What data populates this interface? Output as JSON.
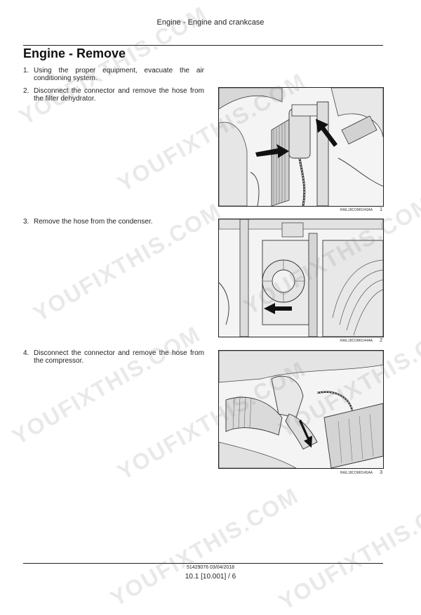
{
  "header": {
    "title": "Engine - Engine and crankcase"
  },
  "section": {
    "title": "Engine - Remove"
  },
  "steps": [
    {
      "num": "1.",
      "text": "Using the proper equipment, evacuate the air conditioning system."
    },
    {
      "num": "2.",
      "text": "Disconnect the connector and remove the hose from the filter dehydrator."
    },
    {
      "num": "3.",
      "text": "Remove the hose from the condenser."
    },
    {
      "num": "4.",
      "text": "Disconnect the connector and remove the hose from the compressor."
    }
  ],
  "figures": [
    {
      "code": "RAIL18COM0143AA",
      "index": "1"
    },
    {
      "code": "RAIL18COM0144AA",
      "index": "2"
    },
    {
      "code": "RAIL18COM0145AA",
      "index": "3"
    }
  ],
  "watermark": {
    "text": "YOUFIXTHIS.COM"
  },
  "footer": {
    "doc": "51429076 03/04/2018",
    "page": "10.1 [10.001] / 6"
  }
}
